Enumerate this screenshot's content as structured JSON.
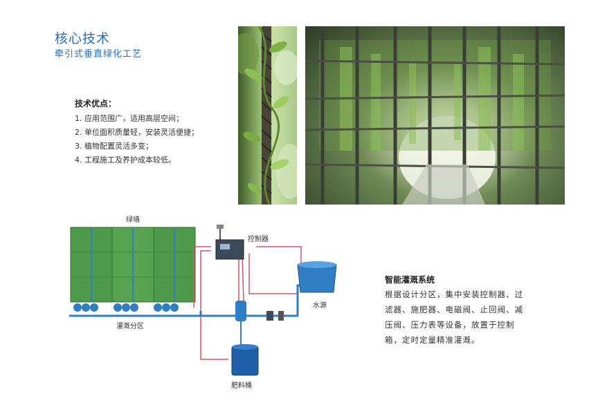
{
  "header": {
    "title": "核心技术",
    "subtitle": "牵引式垂直绿化工艺"
  },
  "advantages": {
    "heading": "技术优点：",
    "items": [
      "1. 应用范围广，适用高层空间；",
      "2. 单位面积质量轻，安装灵活便捷；",
      "3. 植物配置灵活多变；",
      "4. 工程施工及养护成本较低。"
    ]
  },
  "diagram": {
    "green_wall_label": "绿墙",
    "controller_label": "控制器",
    "water_source_label": "水源",
    "zone_label": "灌溉分区",
    "fertilizer_label": "肥料桶"
  },
  "irrigation": {
    "heading": "智能灌溉系统",
    "body": "根据设计分区，集中安装控制器、过滤器、施肥器、电磁阀、止回阀、减压阀、压力表等设备，放置于控制箱，定时定量精准灌溉。"
  },
  "colors": {
    "title_blue": "#2a6fb5",
    "wall_green": "#4f9a4a",
    "pipe_blue": "#2f7ec4",
    "wire_red": "#d9506a"
  }
}
